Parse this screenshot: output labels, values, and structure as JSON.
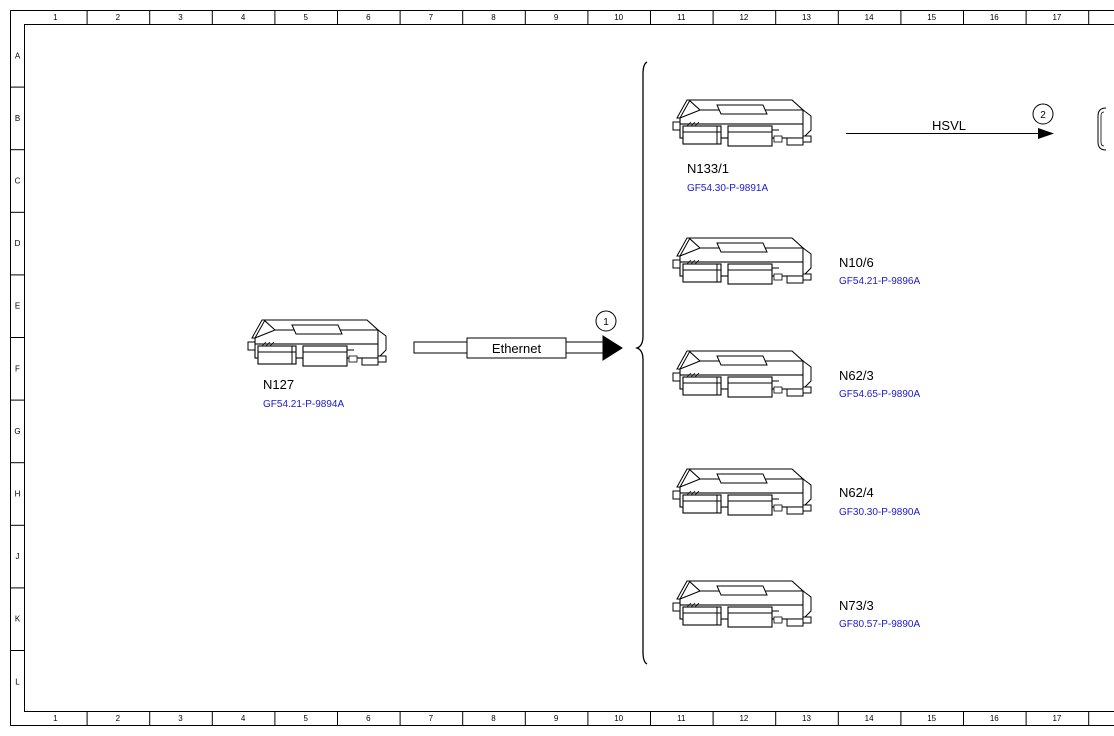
{
  "grid": {
    "columns": [
      "1",
      "2",
      "3",
      "4",
      "5",
      "6",
      "7",
      "8",
      "9",
      "10",
      "11",
      "12",
      "13",
      "14",
      "15",
      "16",
      "17"
    ],
    "rows": [
      "A",
      "B",
      "C",
      "D",
      "E",
      "F",
      "G",
      "H",
      "J",
      "K",
      "L"
    ]
  },
  "source_unit": {
    "name": "N127",
    "ref": "GF54.21-P-9894A"
  },
  "ethernet_link": {
    "label": "Ethernet",
    "node": "1"
  },
  "target_units": [
    {
      "name": "N133/1",
      "ref": "GF54.30-P-9891A"
    },
    {
      "name": "N10/6",
      "ref": "GF54.21-P-9896A"
    },
    {
      "name": "N62/3",
      "ref": "GF54.65-P-9890A"
    },
    {
      "name": "N62/4",
      "ref": "GF30.30-P-9890A"
    },
    {
      "name": "N73/3",
      "ref": "GF80.57-P-9890A"
    }
  ],
  "hsvl_link": {
    "label": "HSVL",
    "node": "2"
  },
  "colors": {
    "line": "#000000",
    "reference": "#1a1acc"
  },
  "icons": {
    "control_unit": "ecu-module-icon"
  }
}
